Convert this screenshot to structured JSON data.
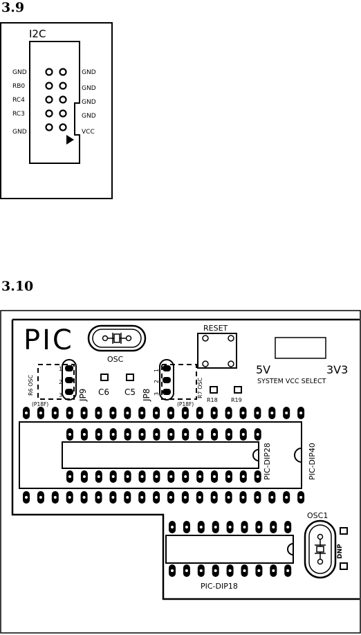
{
  "section_a": {
    "heading": "3.9",
    "connector_title": "I2C",
    "left_pins": [
      "GND",
      "RB0",
      "RC4",
      "RC3",
      "GND"
    ],
    "right_pins": [
      "GND",
      "GND",
      "GND",
      "GND",
      "VCC"
    ]
  },
  "section_b": {
    "heading": "3.10",
    "board_title": "PIC",
    "osc_label": "OSC",
    "reset_label": "RESET",
    "vcc_5v": "5V",
    "vcc_3v3": "3V3",
    "vcc_select_label": "SYSTEM VCC SELECT",
    "jp9_label": "JP9",
    "jp8_label": "JP8",
    "r6_osc": "R6 OSC",
    "r7_osc": "R7 OSC",
    "p18f_left": "(P18F)",
    "p18f_right": "(P18F)",
    "c6": "C6",
    "c5": "C5",
    "r18": "R18",
    "r19": "R19",
    "jumper_nums": [
      "1",
      "2",
      "3"
    ],
    "dip28_label": "PIC-DIP28",
    "dip40_label": "PIC-DIP40",
    "dip18_label": "PIC-DIP18",
    "osc1_label": "OSC1",
    "dnp_label": "DNP"
  }
}
